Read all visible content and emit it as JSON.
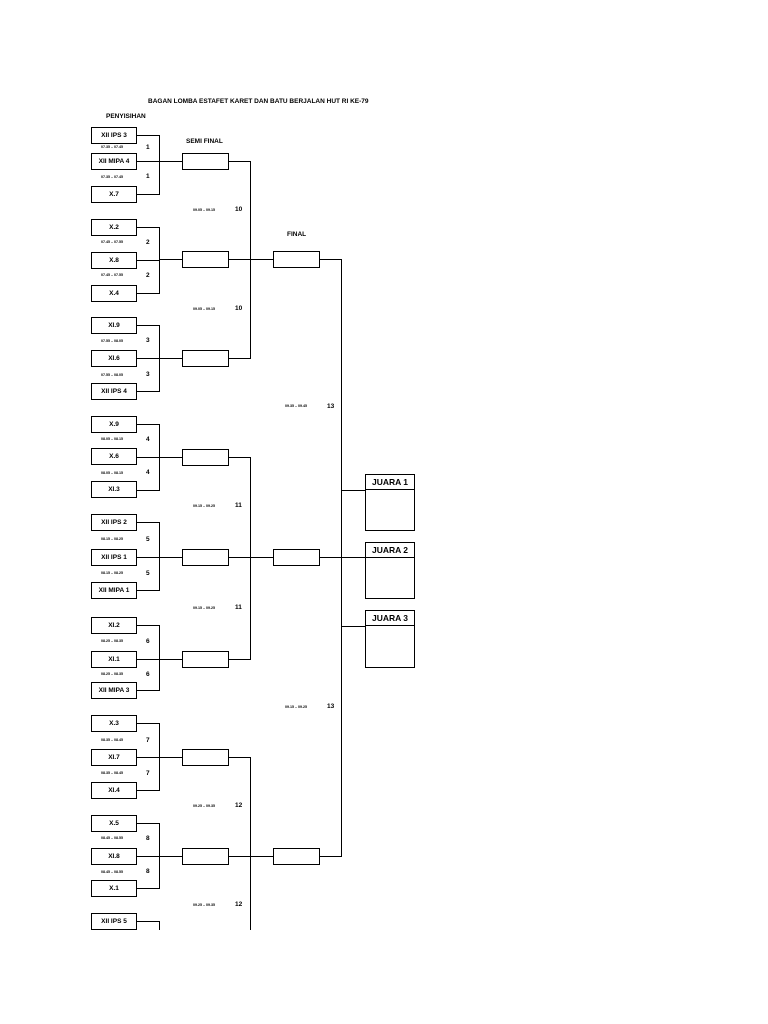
{
  "title": "BAGAN LOMBA ESTAFET KARET DAN BATU BERJALAN HUT RI KE-79",
  "round_labels": {
    "penyisihan": "PENYISIHAN",
    "semi_final": "SEMI FINAL",
    "final": "FINAL"
  },
  "teams": [
    "XII IPS 3",
    "XII MIPA 4",
    "X.7",
    "X.2",
    "X.8",
    "X.4",
    "XI.9",
    "XI.6",
    "XII IPS 4",
    "X.9",
    "X.6",
    "XI.3",
    "XII IPS 2",
    "XII IPS 1",
    "XII MIPA 1",
    "XI.2",
    "XI.1",
    "XII MIPA 3",
    "X.3",
    "XI.7",
    "XI.4",
    "X.5",
    "XI.8",
    "X.1",
    "XII IPS 5"
  ],
  "match_numbers": {
    "r1": [
      "1",
      "1",
      "2",
      "2",
      "3",
      "3",
      "4",
      "4",
      "5",
      "5",
      "6",
      "6",
      "7",
      "7",
      "8",
      "8"
    ],
    "semi": [
      "10",
      "10",
      "11",
      "11",
      "12",
      "12"
    ],
    "final": [
      "13",
      "13"
    ]
  },
  "times": {
    "r1": [
      "07.35 – 07.45",
      "07.35 – 07.45",
      "07.45 – 07.55",
      "07.45 – 07.55",
      "07.55 – 08.05",
      "07.55 – 08.05",
      "08.05 – 08.15",
      "08.05 – 08.15",
      "08.15 – 08.25",
      "08.15 – 08.25",
      "08.25 – 08.35",
      "08.25 – 08.35",
      "08.35 – 08.45",
      "08.35 – 08.45",
      "08.45 – 08.55",
      "08.45 – 08.55"
    ],
    "semi": [
      "09.05 – 09.15",
      "09.05 – 09.15",
      "09.15 – 09.25",
      "09.15 – 09.25",
      "09.25 – 09.35",
      "09.25 – 09.35"
    ],
    "final": [
      "09.35 – 09.45",
      "09.15 – 09.25"
    ]
  },
  "winners": [
    "JUARA 1",
    "JUARA 2",
    "JUARA 3"
  ]
}
